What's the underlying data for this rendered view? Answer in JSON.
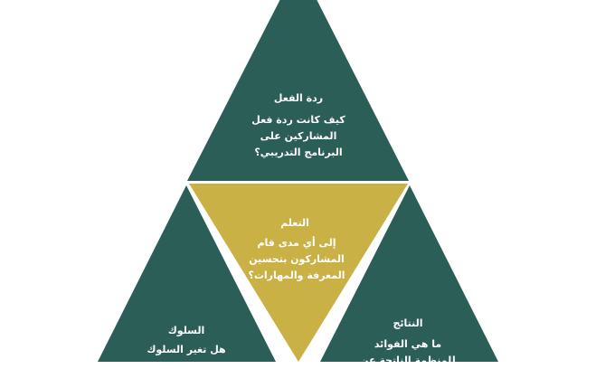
{
  "colors": {
    "teal": "#2c5e58",
    "gold": "#cab146",
    "background": "#ffffff",
    "text": "#ffffff"
  },
  "top": {
    "title": "ردة الفعل",
    "lines": [
      "كيف كانت ردة فعل",
      "المشاركين على",
      "البرنامج التدريبي؟"
    ]
  },
  "center": {
    "title": "التعلم",
    "lines": [
      "إلى أي مدى قام",
      "المشاركون بتحسين",
      "المعرفة والمهارات؟"
    ]
  },
  "left": {
    "title": "السلوك",
    "lines": [
      "هل تغير السلوك"
    ]
  },
  "right": {
    "title": "النتائج",
    "lines": [
      "ما هي الفوائد",
      "للمنظمة الناتجة عن"
    ]
  }
}
